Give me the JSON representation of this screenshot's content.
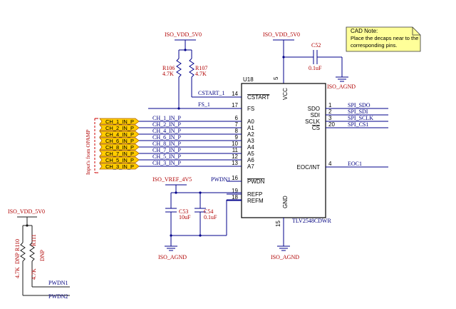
{
  "cad_note": {
    "title": "CAD Note:",
    "lines": [
      "Place the decaps near to the",
      "corresponding pins."
    ],
    "bg_color": "#ffff99"
  },
  "ic": {
    "ref": "U18",
    "part": "TLV2548CDWR",
    "left_pins": [
      {
        "num": "14",
        "name": "CSTART",
        "overbar": true
      },
      {
        "num": "17",
        "name": "FS"
      },
      {
        "num": "6",
        "name": "A0"
      },
      {
        "num": "7",
        "name": "A1"
      },
      {
        "num": "8",
        "name": "A2"
      },
      {
        "num": "9",
        "name": "A3"
      },
      {
        "num": "10",
        "name": "A4"
      },
      {
        "num": "11",
        "name": "A5"
      },
      {
        "num": "12",
        "name": "A6"
      },
      {
        "num": "13",
        "name": "A7"
      },
      {
        "num": "16",
        "name": "PWDN",
        "overbar": true
      },
      {
        "num": "19",
        "name": "REFP"
      },
      {
        "num": "18",
        "name": "REFM"
      }
    ],
    "right_pins": [
      {
        "num": "1",
        "name": "SDO",
        "net": "SPI_SDO"
      },
      {
        "num": "2",
        "name": "SDI",
        "net": "SPI_SDI"
      },
      {
        "num": "3",
        "name": "SCLK",
        "net": "SPI_SCLK"
      },
      {
        "num": "20",
        "name": "CS",
        "overbar": true,
        "net": "SPI_CS1"
      },
      {
        "num": "4",
        "name": "EOC/INT",
        "net": "EOC1"
      }
    ],
    "vcc_pin": {
      "num": "5",
      "name": "VCC"
    },
    "gnd_pin": {
      "num": "15",
      "name": "GND"
    }
  },
  "nets": {
    "vdd_top_left": "ISO_VDD_5V0",
    "vdd_top_ic": "ISO_VDD_5V0",
    "vdd_bottom_left": "ISO_VDD_5V0",
    "agnd_right": "ISO_AGND",
    "agnd_cap": "ISO_AGND",
    "agnd_ic": "ISO_AGND",
    "vref": "ISO_VREF_4V5",
    "cstart": "CSTART_1",
    "fs": "FS_1",
    "pwdn1_ic": "PWDN1",
    "pwdn1": "PWDN1",
    "pwdn2": "PWDN2"
  },
  "ports": {
    "side_label": "Input's from OPAMP",
    "items": [
      "CH_1_IN_P",
      "CH_2_IN_P",
      "CH_4_IN_P",
      "CH_6_IN_P",
      "CH_8_IN_P",
      "CH_7_IN_P",
      "CH_5_IN_P",
      "CH_3_IN_P"
    ],
    "wire_nets": [
      "CH_1_IN_P",
      "CH_2_IN_P",
      "CH_4_IN_P",
      "CH_6_IN_P",
      "CH_8_IN_P",
      "CH_7_IN_P",
      "CH_5_IN_P",
      "CH_3_IN_P"
    ],
    "fill_color": "#ffcc00"
  },
  "components": {
    "r106": {
      "ref": "R106",
      "value": "4.7K"
    },
    "r107": {
      "ref": "R107",
      "value": "4.7K"
    },
    "r110": {
      "ref": "R110",
      "value": "4.7K",
      "dnp": "DNP"
    },
    "r111": {
      "ref": "R111",
      "value": "4.7K",
      "dnp": "DNP"
    },
    "c52": {
      "ref": "C52",
      "value": "0.1uF"
    },
    "c53": {
      "ref": "C53",
      "value": "10uF"
    },
    "c54": {
      "ref": "C54",
      "value": "0.1uF"
    }
  },
  "colors": {
    "wire": "#00008b",
    "text_ref": "#b00000",
    "text_net": "#000080"
  }
}
